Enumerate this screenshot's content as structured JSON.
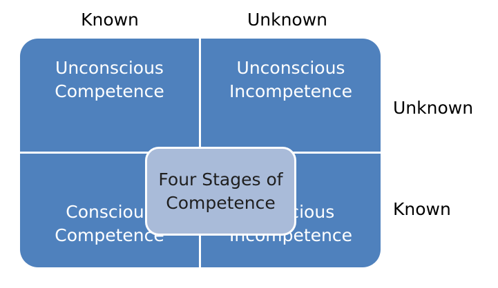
{
  "column_labels": {
    "left": "Known",
    "right": "Unknown"
  },
  "row_labels": {
    "top": "Unknown",
    "bottom": "Known"
  },
  "quadrants": {
    "top_left": [
      "Unconscious",
      "Competence"
    ],
    "top_right": [
      "Unconscious",
      "Incompetence"
    ],
    "bottom_left": [
      "Conscious",
      "Competence"
    ],
    "bottom_right": [
      "Conscious",
      "Incompetence"
    ]
  },
  "center": [
    "Four Stages of",
    "Competence"
  ],
  "colors": {
    "quadrant": "#4f81bd",
    "center": "#a9bbd9",
    "quadrant_text": "#ffffff"
  }
}
